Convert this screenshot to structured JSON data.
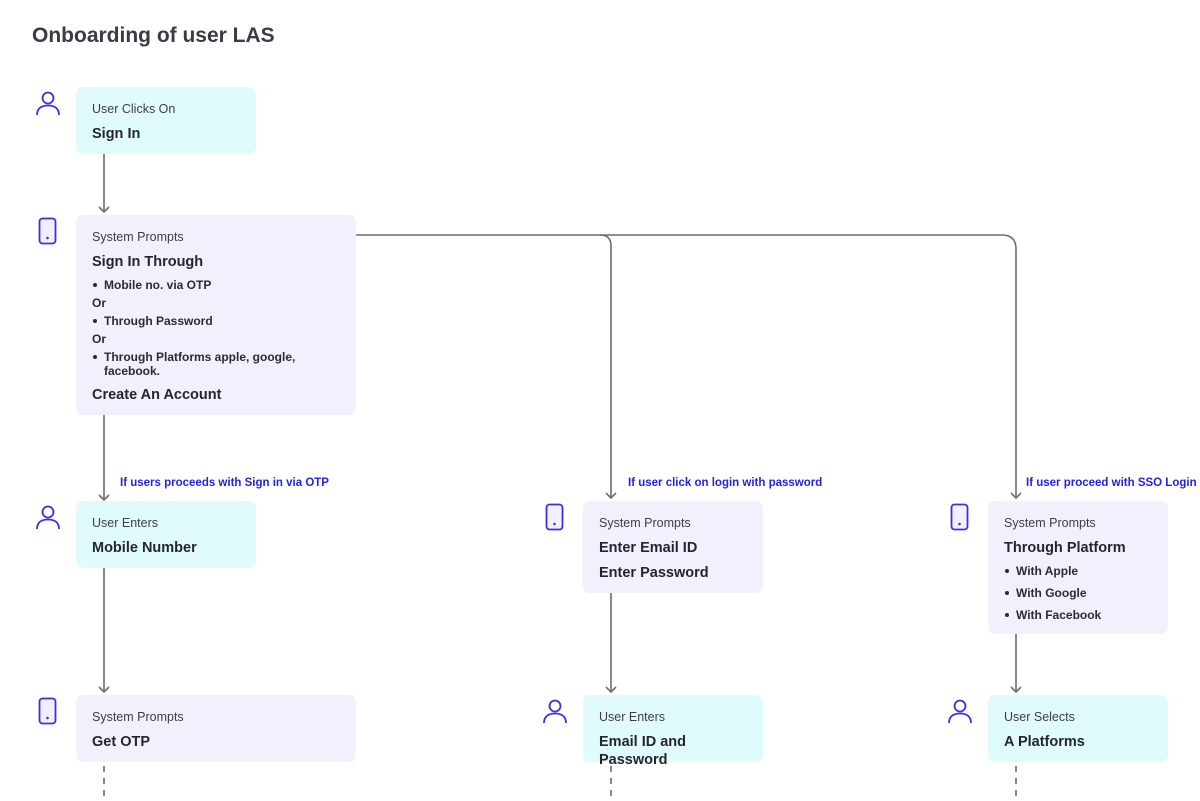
{
  "title": "Onboarding of user LAS",
  "colors": {
    "user_box": "#e0fbfc",
    "system_box": "#f0f1fd",
    "actor_icon": "#3d2fe0",
    "branch_label": "#2323e0",
    "connector": "#6b6b74"
  },
  "nodes": {
    "sign_in": {
      "actor": "person-icon",
      "kicker": "User Clicks On",
      "main": "Sign In"
    },
    "sign_in_through": {
      "actor": "phone-icon",
      "kicker": "System Prompts",
      "main": "Sign In Through",
      "options": [
        "Mobile no. via OTP",
        "Through Password",
        "Through Platforms apple, google, facebook."
      ],
      "separator": "Or",
      "footer": "Create An Account"
    },
    "mobile_number": {
      "actor": "person-icon",
      "kicker": "User Enters",
      "main": "Mobile Number"
    },
    "get_otp": {
      "actor": "phone-icon",
      "kicker": "System Prompts",
      "main": "Get OTP"
    },
    "email_password_prompt": {
      "actor": "phone-icon",
      "kicker": "System Prompts",
      "main": "Enter Email ID",
      "second": "Enter Password"
    },
    "email_password_entry": {
      "actor": "person-icon",
      "kicker": "User Enters",
      "main": "Email ID and Password"
    },
    "through_platform": {
      "actor": "phone-icon",
      "kicker": "System Prompts",
      "main": "Through Platform",
      "options": [
        "With Apple",
        "With Google",
        "With Facebook"
      ]
    },
    "select_platform": {
      "actor": "person-icon",
      "kicker": "User Selects",
      "main": "A Platforms"
    }
  },
  "branches": {
    "otp": "If users proceeds with Sign in via OTP",
    "password": "If user click on login with password",
    "sso": "If user proceed with SSO Login"
  }
}
